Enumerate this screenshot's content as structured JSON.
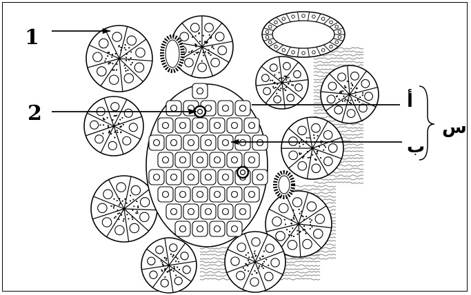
{
  "labels": {
    "label_1": "1",
    "label_2": "2",
    "label_a": "أ",
    "label_b": "ب",
    "label_s": "س"
  },
  "colors": {
    "ink": "#000000",
    "paper": "#ffffff",
    "connective": "#9a9a9a"
  }
}
